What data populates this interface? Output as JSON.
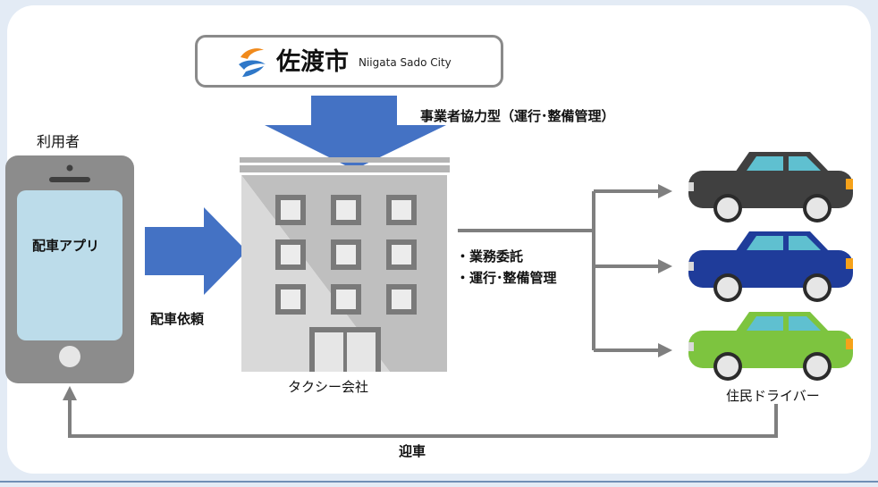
{
  "colors": {
    "background": "#e3ebf5",
    "panel": "#ffffff",
    "blue_arrow": "#4472c4",
    "connector": "#7f7f7f",
    "phone_body": "#8c8c8c",
    "phone_screen": "#bcdcea",
    "building": "#cfcfcf",
    "car_dark": "#404040",
    "car_blue": "#1f3c9a",
    "car_green": "#7dc43f",
    "car_window": "#5fc0d0"
  },
  "logo": {
    "icon": "sado-city-logo-icon",
    "name": "佐渡市",
    "name_en": "Niigata Sado City"
  },
  "labels": {
    "cooperation_type": "事業者協力型（運行･整備管理）",
    "user": "利用者",
    "app": "配車アプリ",
    "dispatch_request": "配車依頼",
    "taxi_company": "タクシー会社",
    "outsourcing_line1": "・業務委託",
    "outsourcing_line2": "・運行･整備管理",
    "resident_drivers": "住民ドライバー",
    "pickup": "迎車"
  },
  "icons": {
    "phone": "smartphone-icon",
    "building": "office-building-icon",
    "cars": [
      "car-dark-gray-icon",
      "car-blue-icon",
      "car-green-icon"
    ]
  }
}
